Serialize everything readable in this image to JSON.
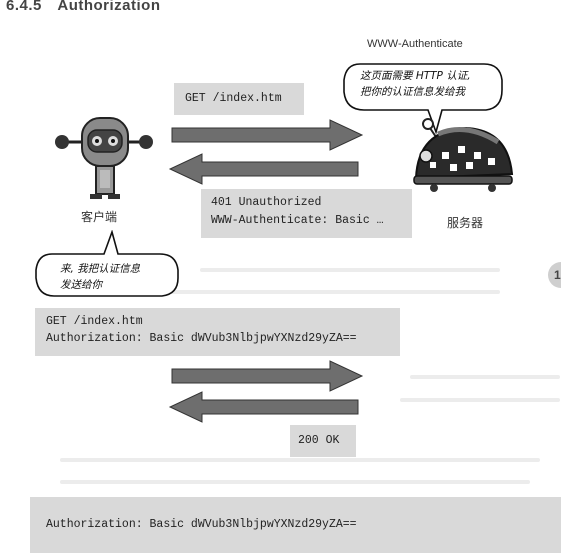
{
  "header": {
    "section_title": "6.4.5　Authorization"
  },
  "diagram": {
    "header_name": "WWW-Authenticate",
    "server_bubble_lines": [
      "这页面需要 HTTP 认证,",
      "把你的认证信息发给我"
    ],
    "client_label": "客户端",
    "server_label": "服务器",
    "request1": "GET /index.htm",
    "response1_lines": [
      "401 Unauthorized",
      "WWW-Authenticate: Basic …"
    ],
    "client_bubble_lines": [
      "来, 我把认证信息",
      "发送给你"
    ],
    "request2_lines": [
      "GET /index.htm",
      "Authorization: Basic dWVub3NlbjpwYXNzd29yZA=="
    ],
    "response2": "200 OK",
    "footer_example": "Authorization: Basic dWVub3NlbjpwYXNzd29yZA==",
    "page_tab": "1",
    "colors": {
      "box_gray": "#d9d9d9",
      "arrow_gray": "#6e6e6e",
      "robot_dark": "#2a2a2a"
    },
    "icons": [
      "client-robot-icon",
      "server-robot-icon"
    ]
  }
}
